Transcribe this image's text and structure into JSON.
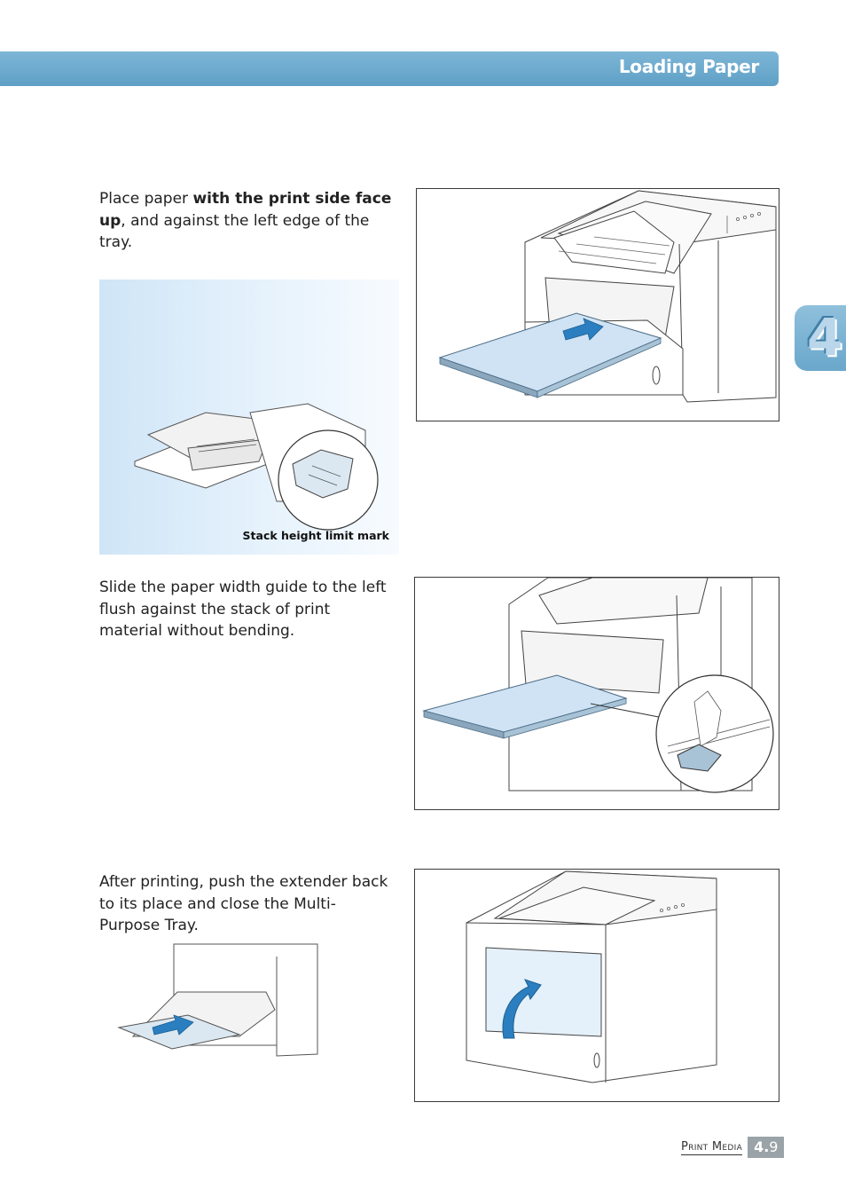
{
  "header": {
    "title": "Loading Paper"
  },
  "chapter_tab": {
    "number": "4"
  },
  "steps": [
    {
      "text_plain_before": "Place paper ",
      "text_bold": "with the print side face up",
      "text_plain_after": ", and against the left edge of the tray."
    },
    {
      "text": "Slide the paper width guide to the left flush against the stack of print material without bending."
    },
    {
      "text": "After printing, push the extender back to its place and close the Multi-Purpose Tray."
    }
  ],
  "callout": {
    "caption": "Stack height limit mark"
  },
  "footer": {
    "section": "Print Media",
    "page_major": "4.",
    "page_minor": "9"
  },
  "colors": {
    "accent": "#5fa0c6",
    "paper": "#cfe3f5",
    "arrow": "#2b7fc0"
  }
}
